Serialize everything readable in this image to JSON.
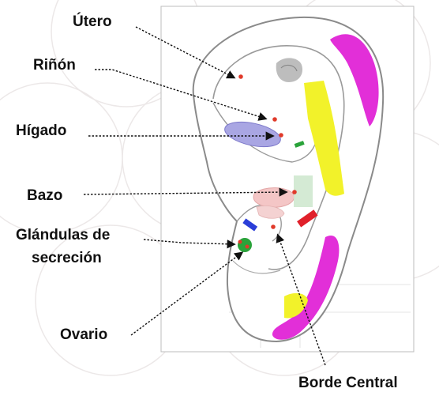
{
  "labels": {
    "utero": "Útero",
    "rinon": "Riñón",
    "higado": "Hígado",
    "bazo": "Bazo",
    "glandulas_line1": "Glándulas de",
    "glandulas_line2": "secreción",
    "ovario": "Ovario",
    "borde_central": "Borde Central"
  },
  "colors": {
    "ear_outline": "#8a8a8a",
    "helix_band": "#e22fd8",
    "antihelix_band": "#f2f22a",
    "liver_ellipse": "#a9a6e3",
    "point_dot": "#e03a2a",
    "green_marker": "#2aa33a",
    "blue_marker": "#2a3ed8",
    "red_marker": "#e0202a",
    "pink_region": "#f4c6c6",
    "watermark": "#e8e4e4",
    "arrow": "#111111"
  }
}
